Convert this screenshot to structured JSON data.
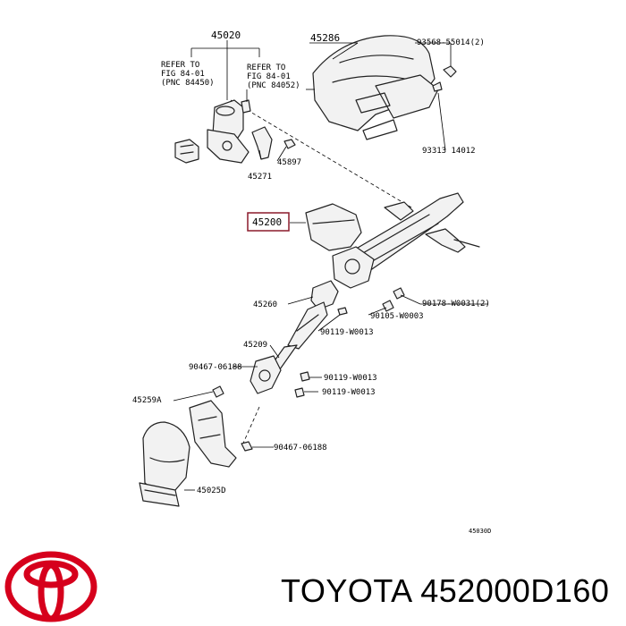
{
  "diagram": {
    "labels": {
      "p45020": "45020",
      "p45286": "45286",
      "p93568": "93568-55014(2)",
      "refer_left": [
        "REFER TO",
        "FIG 84-01",
        "(PNC 84450)"
      ],
      "refer_right": [
        "REFER TO",
        "FIG 84-01",
        "(PNC 84052)"
      ],
      "p93313": "93313 14012",
      "p45897": "45897",
      "p45271": "45271",
      "p45200": "45200",
      "p90178": "90178-W0031(2)",
      "p90105": "90105-W0003",
      "p45260": "45260",
      "p90119a": "90119-W0013",
      "p45209": "45209",
      "p90467a": "90467-06188",
      "p90119b": "90119-W0013",
      "p90119c": "90119-W0013",
      "p45259": "45259A",
      "p90467b": "90467-06188",
      "p45025": "45025D",
      "fig_code": "45030D"
    },
    "highlight_color": "#8b1a2b"
  },
  "brand": {
    "text": "TOYOTA 452000D160",
    "logo_color": "#d6001c"
  }
}
